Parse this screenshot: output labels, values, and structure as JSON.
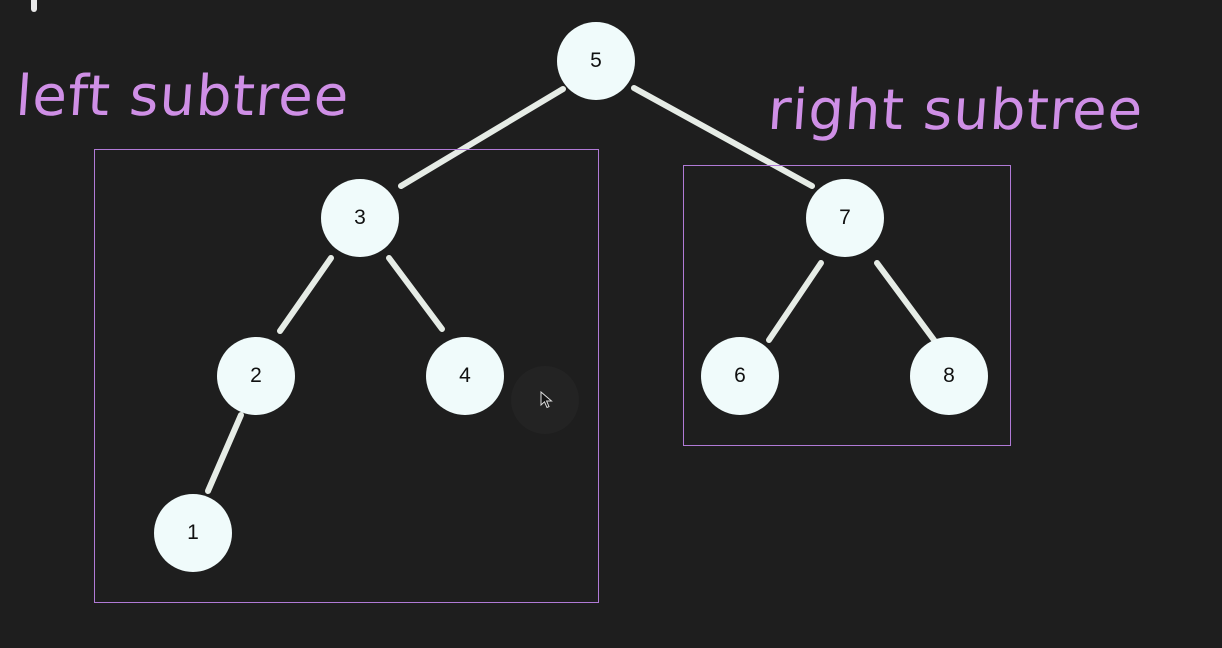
{
  "labels": {
    "left": "left subtree",
    "right": "right subtree"
  },
  "nodes": {
    "root": "5",
    "n3": "3",
    "n7": "7",
    "n2": "2",
    "n4": "4",
    "n6": "6",
    "n8": "8",
    "n1": "1"
  },
  "colors": {
    "background": "#1e1e1e",
    "node_fill": "#f0fbfb",
    "edge": "#e6ece6",
    "subtree_box": "#b07ad6",
    "label": "#cf8fe6"
  },
  "icons": {
    "cursor": "mouse-pointer-icon"
  }
}
